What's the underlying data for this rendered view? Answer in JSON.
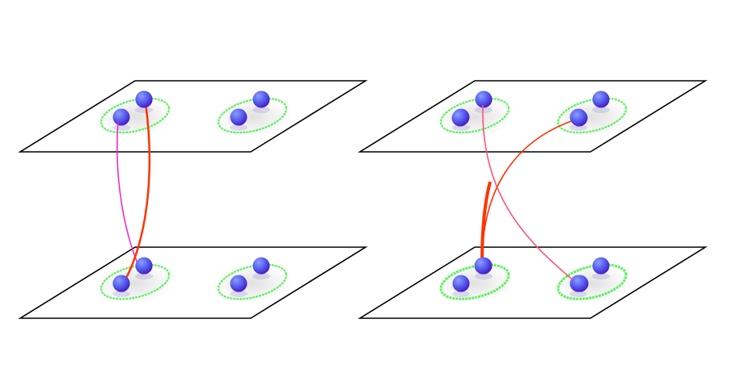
{
  "colors": {
    "plane_edge": "#000000",
    "ring": "#44ee44",
    "sphere_light": "#6f7cf5",
    "sphere_dark": "#4a1fc9",
    "link_magenta": "#ee22cc",
    "link_red": "#ff3300",
    "link_pink": "#ff5577"
  },
  "panels": [
    {
      "name": "left-panel",
      "layers": 2,
      "clusters_per_layer": 2,
      "spheres_per_cluster": 2
    },
    {
      "name": "right-panel",
      "layers": 2,
      "clusters_per_layer": 2,
      "spheres_per_cluster": 2
    }
  ]
}
